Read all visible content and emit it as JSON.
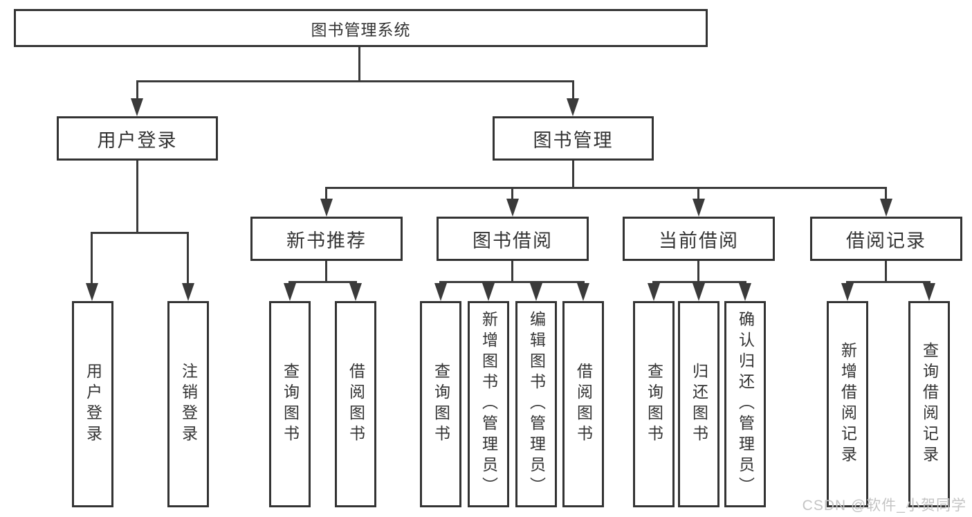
{
  "tree": {
    "root": "图书管理系统",
    "login": {
      "label": "用户登录",
      "children": [
        "用户登录",
        "注销登录"
      ]
    },
    "mgmt": {
      "label": "图书管理"
    },
    "new_books": {
      "label": "新书推荐",
      "children": [
        "查询图书",
        "借阅图书"
      ]
    },
    "borrow": {
      "label": "图书借阅",
      "children": [
        "查询图书",
        "新增图书（管理员）",
        "编辑图书（管理员）",
        "借阅图书"
      ]
    },
    "current": {
      "label": "当前借阅",
      "children": [
        "查询图书",
        "归还图书",
        "确认归还（管理员）"
      ]
    },
    "records": {
      "label": "借阅记录",
      "children": [
        "新增借阅记录",
        "查询借阅记录"
      ]
    }
  },
  "watermark": {
    "text": "CSDN @软件_小贺同学"
  },
  "colors": {
    "line": "#3a3a3a",
    "box_border": "#333333",
    "text": "#333333",
    "watermark": "#c4c4c4",
    "background": "#ffffff"
  }
}
